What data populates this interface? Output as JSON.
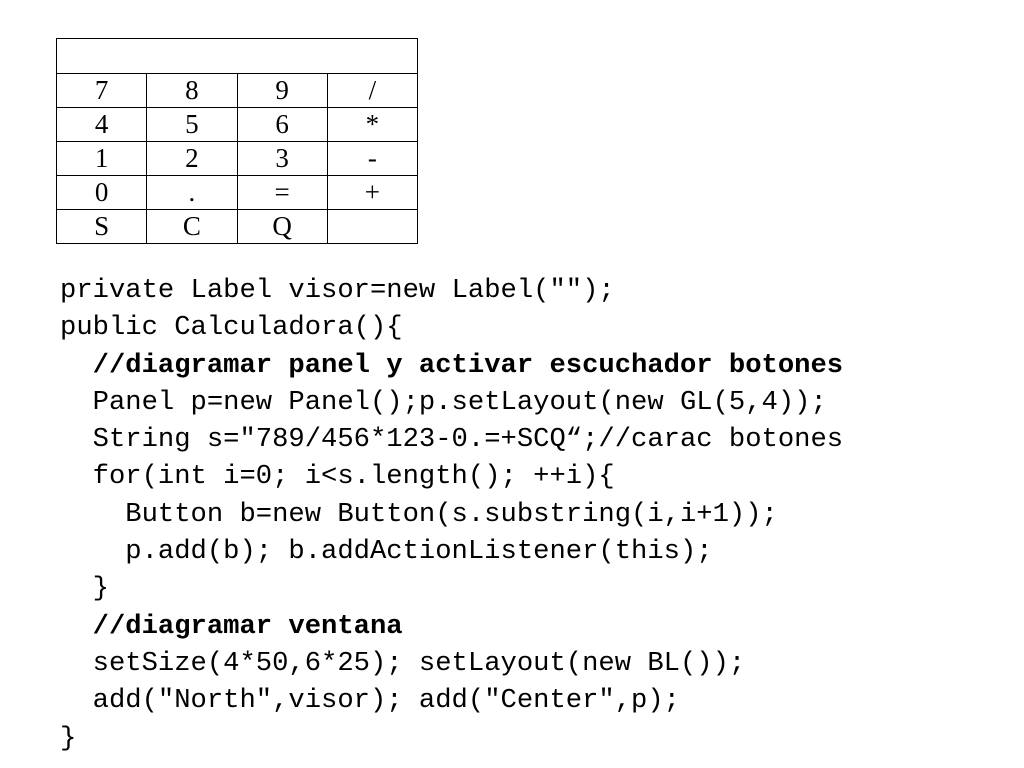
{
  "calculator": {
    "display": "",
    "rows": [
      [
        "7",
        "8",
        "9",
        "/"
      ],
      [
        "4",
        "5",
        "6",
        "*"
      ],
      [
        "1",
        "2",
        "3",
        "-"
      ],
      [
        "0",
        ".",
        "=",
        "+"
      ],
      [
        "S",
        "C",
        "Q",
        ""
      ]
    ]
  },
  "code": {
    "lines": [
      {
        "text": "private Label visor=new Label(\"\");",
        "indent": 0,
        "bold": false
      },
      {
        "text": "public Calculadora(){",
        "indent": 0,
        "bold": false
      },
      {
        "text": "//diagramar panel y activar escuchador botones",
        "indent": 2,
        "bold": true
      },
      {
        "text": "Panel p=new Panel();p.setLayout(new GL(5,4));",
        "indent": 2,
        "bold": false
      },
      {
        "text": "String s=\"789/456*123-0.=+SCQ“;//carac botones",
        "indent": 2,
        "bold": false
      },
      {
        "text": "for(int i=0; i<s.length(); ++i){",
        "indent": 2,
        "bold": false
      },
      {
        "text": "Button b=new Button(s.substring(i,i+1));",
        "indent": 4,
        "bold": false
      },
      {
        "text": "p.add(b); b.addActionListener(this);",
        "indent": 4,
        "bold": false
      },
      {
        "text": "}",
        "indent": 2,
        "bold": false
      },
      {
        "text": "//diagramar ventana",
        "indent": 2,
        "bold": true
      },
      {
        "text": "setSize(4*50,6*25); setLayout(new BL());",
        "indent": 2,
        "bold": false
      },
      {
        "text": "add(\"North\",visor); add(\"Center\",p);",
        "indent": 2,
        "bold": false
      },
      {
        "text": "}",
        "indent": 0,
        "bold": false
      }
    ]
  }
}
